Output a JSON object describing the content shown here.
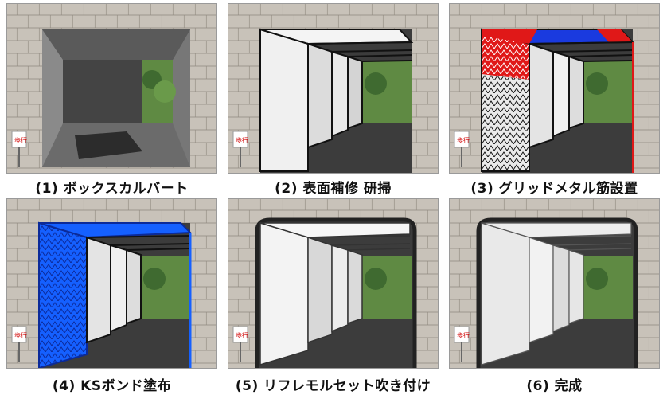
{
  "colors": {
    "stone": "#c8c2b9",
    "stone_line": "#8f887f",
    "panel_white": "#eeeeee",
    "panel_gray": "#d2d2d2",
    "road": "#3a3a3a",
    "grid_red": "#e01818",
    "grid_blue": "#1a3adf",
    "ks_blue": "#1560ff",
    "foliage": "#4f7a3a"
  },
  "steps": [
    {
      "caption": "(1) ボックスカルバート",
      "type": "photo"
    },
    {
      "caption": "(2) 表面補修 研掃",
      "type": "clean"
    },
    {
      "caption": "(3) グリッドメタル筋設置",
      "type": "grid"
    },
    {
      "caption": "(4) KSボンド塗布",
      "type": "bond"
    },
    {
      "caption": "(5) リフレモルセット吹き付け",
      "type": "mortar"
    },
    {
      "caption": "(6) 完成",
      "type": "done"
    }
  ],
  "sign_text": "歩行"
}
